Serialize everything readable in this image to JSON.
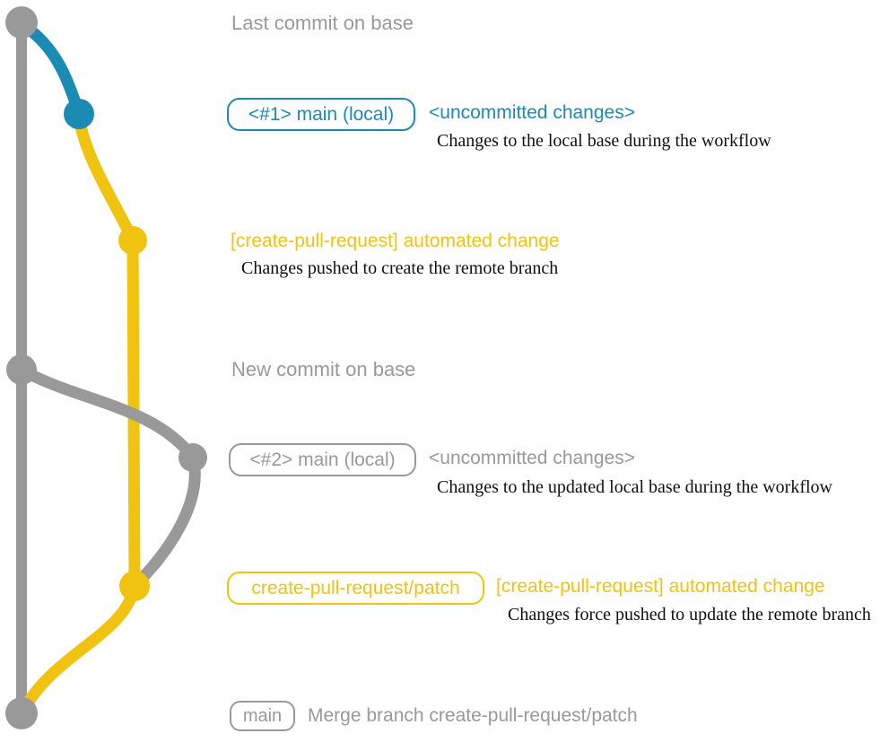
{
  "colors": {
    "branch_blue": "#1b8bb4",
    "branch_yellow": "#f0c311",
    "branch_gray": "#999999",
    "description_text": "#101010",
    "background": "#ffffff"
  },
  "graph": {
    "type": "git-branch-diagram",
    "commits": [
      {
        "name": "last-commit-on-base",
        "color": "gray"
      },
      {
        "name": "uncommitted-changes-1",
        "color": "blue"
      },
      {
        "name": "automated-change-1",
        "color": "yellow"
      },
      {
        "name": "new-commit-on-base",
        "color": "gray"
      },
      {
        "name": "uncommitted-changes-2",
        "color": "gray"
      },
      {
        "name": "automated-change-2",
        "color": "yellow"
      },
      {
        "name": "merge-commit",
        "color": "gray"
      }
    ]
  },
  "annotations": {
    "last_commit": {
      "title": "Last commit on base"
    },
    "first_uncommitted": {
      "badge": "<#1> main (local)",
      "heading": "<uncommitted changes>",
      "description": "Changes to the local base during the workflow"
    },
    "first_push": {
      "heading": "[create-pull-request] automated change",
      "description": "Changes pushed to create the remote branch"
    },
    "new_commit": {
      "title": "New commit on base"
    },
    "second_uncommitted": {
      "badge": "<#2> main (local)",
      "heading": "<uncommitted changes>",
      "description": "Changes to the updated local base during the workflow"
    },
    "force_push": {
      "badge": "create-pull-request/patch",
      "heading": "[create-pull-request] automated change",
      "description": "Changes force pushed to update the remote branch"
    },
    "merge": {
      "badge": "main",
      "heading": "Merge branch create-pull-request/patch"
    }
  }
}
